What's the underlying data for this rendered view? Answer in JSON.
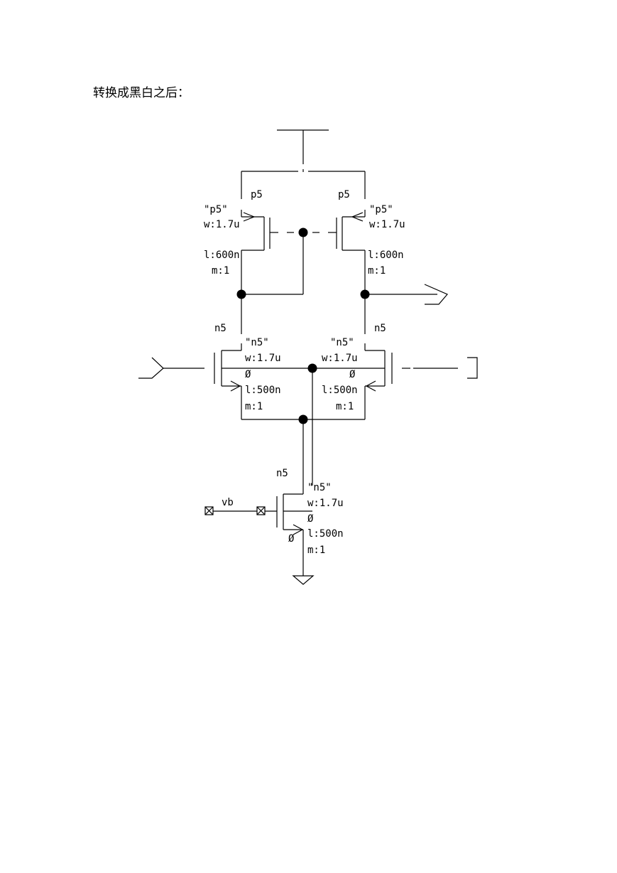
{
  "caption": "转换成黑白之后：",
  "labels": {
    "p5": "p5",
    "p5_model": "\"p5\"",
    "n5": "n5",
    "n5_model": "\"n5\"",
    "w": "w:1.7u",
    "l_p": "l:600n",
    "l_n": "l:500n",
    "m": "m:1",
    "zero": "Ø",
    "vb": "vb"
  }
}
